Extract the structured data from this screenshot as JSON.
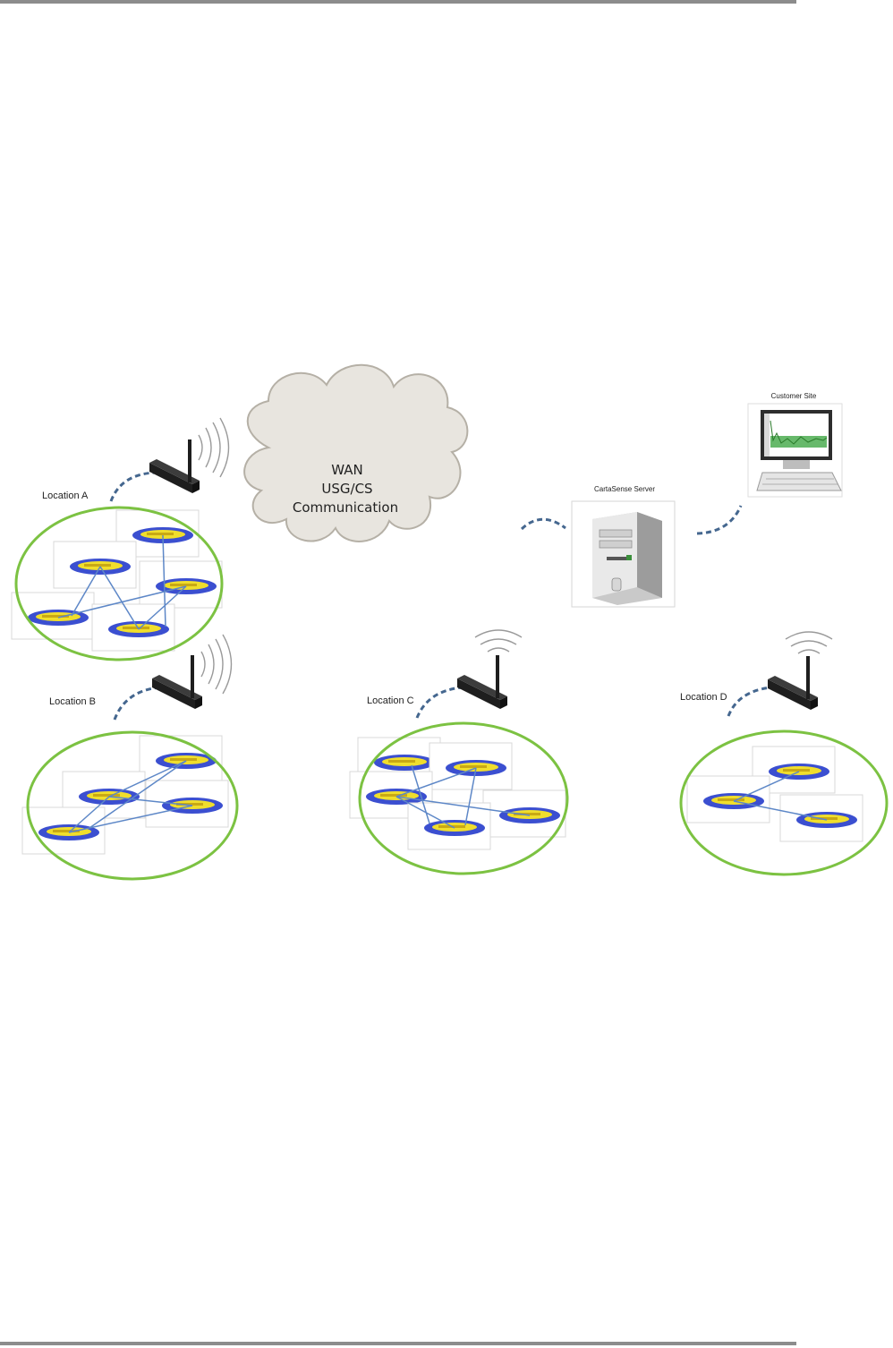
{
  "cloud": {
    "lines": [
      "WAN",
      "USG/CS",
      "Communication"
    ]
  },
  "server": {
    "label": "CartaSense Server"
  },
  "customer": {
    "label": "Customer Site"
  },
  "locations": [
    {
      "id": "a",
      "label": "Location A"
    },
    {
      "id": "b",
      "label": "Location B"
    },
    {
      "id": "c",
      "label": "Location C"
    },
    {
      "id": "d",
      "label": "Location D"
    }
  ],
  "colors": {
    "zone_border": "#7cc242",
    "cloud_fill": "#e8e5df",
    "cloud_stroke": "#b5b0a6",
    "link_dash": "#45678f",
    "sensor_outer": "#3b4fd0",
    "sensor_inner": "#f0de2c",
    "mesh_line": "#5d87c7",
    "gateway_body": "#1e1e1e"
  }
}
